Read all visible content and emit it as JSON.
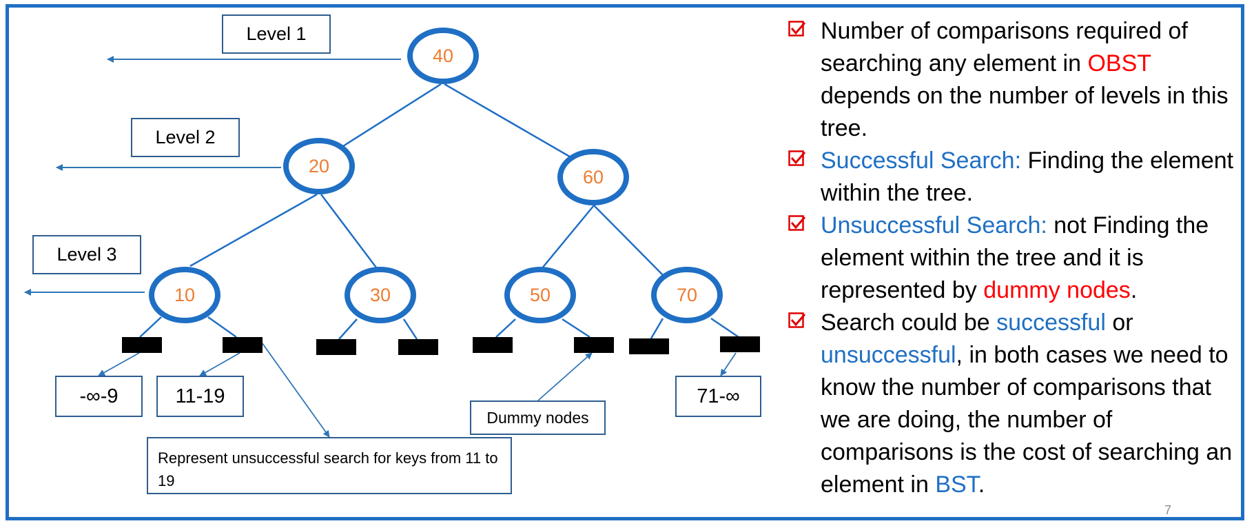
{
  "levels": [
    "Level 1",
    "Level 2",
    "Level 3"
  ],
  "nodes": [
    "40",
    "20",
    "60",
    "10",
    "30",
    "50",
    "70"
  ],
  "ranges": [
    "-∞-9",
    "11-19",
    "71-∞"
  ],
  "dummy_label": "Dummy nodes",
  "note": "Represent unsuccessful search for keys from 11 to 19",
  "bullets": [
    {
      "a": "Number of comparisons required of searching any element in ",
      "b": "OBST",
      "c": " depends on the number of levels in this tree."
    },
    {
      "a": "Successful Search:",
      "b": " Finding the element within the tree."
    },
    {
      "a": "Unsuccessful Search:",
      "b": " not Finding the element within the tree and it is represented by ",
      "c": "dummy nodes",
      "d": "."
    },
    {
      "a": "Search could be ",
      "b": "successful",
      "c": " or ",
      "d": "unsuccessful",
      "e": ", in both cases we need to know the number of comparisons that we are doing, the number of comparisons is the cost of searching an element in ",
      "f": "BST",
      "g": "."
    }
  ],
  "page_number": "7",
  "colors": {
    "frame": "#1f6fc4",
    "node": "#1f6fc4",
    "node_text": "#ed7d31",
    "highlight_red": "#ff0000",
    "highlight_blue": "#1f6fc4",
    "check": "#e00000"
  }
}
